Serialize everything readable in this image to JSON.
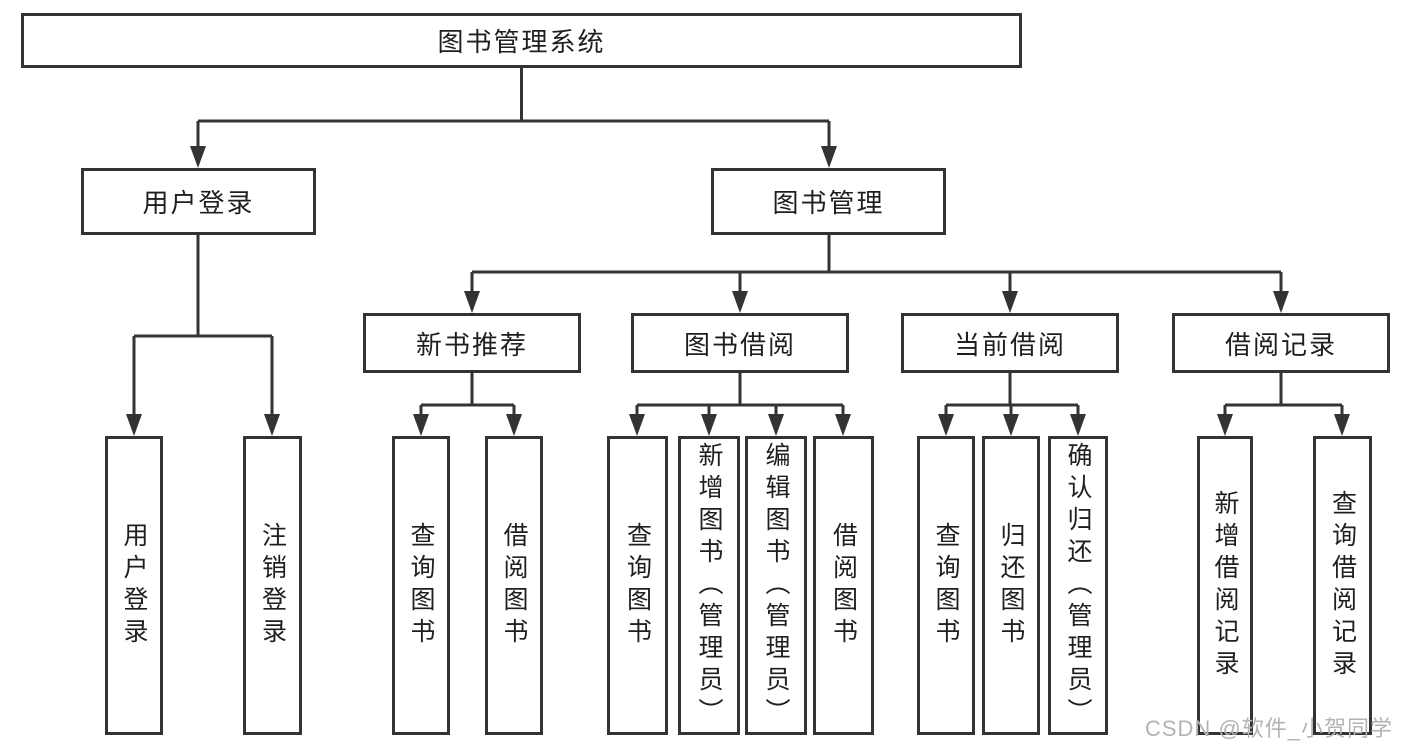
{
  "diagram": {
    "root": {
      "label": "图书管理系统"
    },
    "level2": [
      {
        "label": "用户登录"
      },
      {
        "label": "图书管理"
      }
    ],
    "level3": [
      {
        "label": "新书推荐"
      },
      {
        "label": "图书借阅"
      },
      {
        "label": "当前借阅"
      },
      {
        "label": "借阅记录"
      }
    ],
    "leaves": {
      "user": [
        "用户登录",
        "注销登录"
      ],
      "recommend": [
        "查询图书",
        "借阅图书"
      ],
      "borrow": [
        "查询图书",
        "新增图书（管理员）",
        "编辑图书（管理员）",
        "借阅图书"
      ],
      "current": [
        "查询图书",
        "归还图书",
        "确认归还（管理员）"
      ],
      "records": [
        "新增借阅记录",
        "查询借阅记录"
      ]
    },
    "colors": {
      "line": "#333333",
      "box_border": "#333333",
      "text": "#1f1f1f",
      "background": "#ffffff"
    }
  },
  "watermark": {
    "text": "CSDN @软件_小贺同学",
    "color": "#b3b3b3"
  }
}
